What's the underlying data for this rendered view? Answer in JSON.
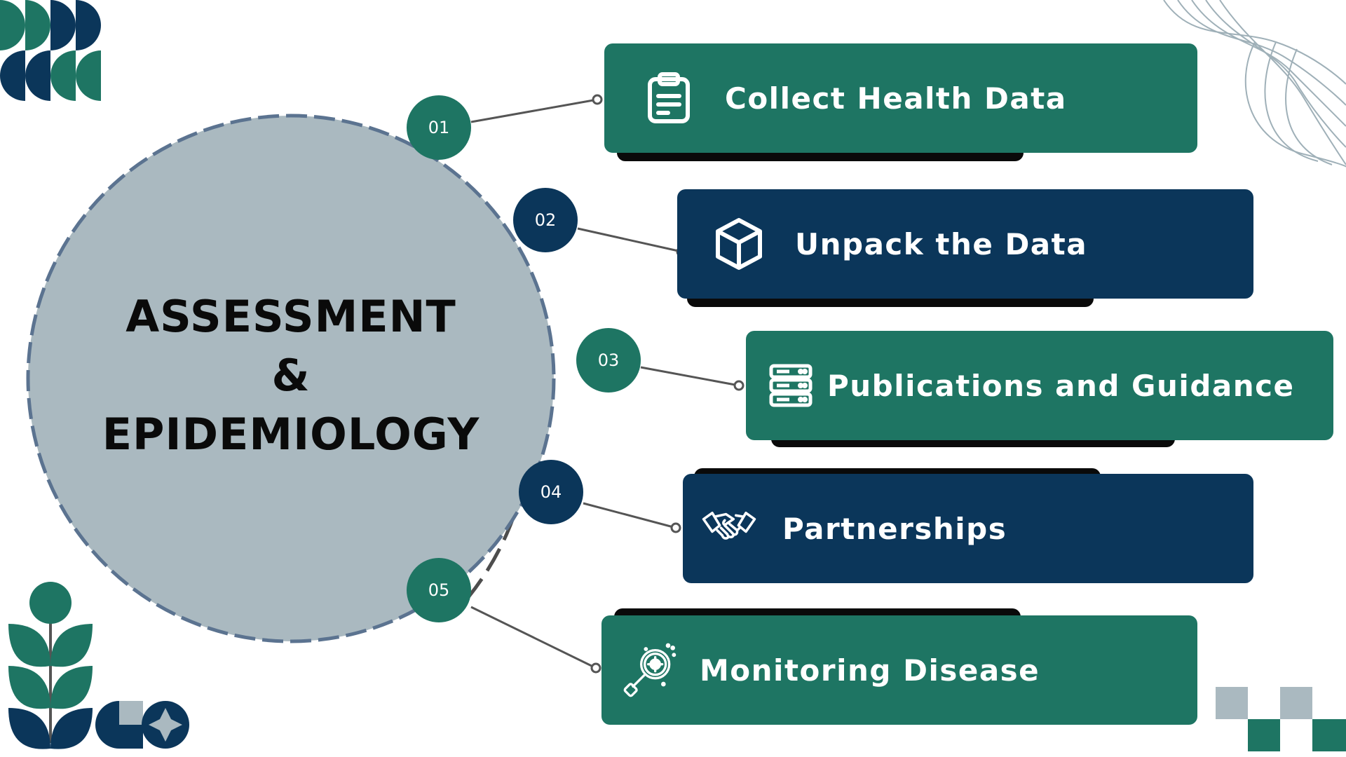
{
  "title": {
    "line1": "ASSESSMENT",
    "line2": "&",
    "line3": "EPIDEMIOLOGY"
  },
  "colors": {
    "green": "#1e7563",
    "navy": "#0b365a",
    "circle_fill": "#aab9c0",
    "circle_border": "#5b7390",
    "shadow": "#0a0a0a"
  },
  "steps": [
    {
      "number": "01",
      "label": "Collect Health Data",
      "icon": "clipboard-icon",
      "color": "green"
    },
    {
      "number": "02",
      "label": "Unpack the Data",
      "icon": "box-icon",
      "color": "navy"
    },
    {
      "number": "03",
      "label": "Publications and Guidance",
      "icon": "server-icon",
      "color": "green"
    },
    {
      "number": "04",
      "label": "Partnerships",
      "icon": "handshake-icon",
      "color": "navy"
    },
    {
      "number": "05",
      "label": "Monitoring Disease",
      "icon": "magnifier-virus-icon",
      "color": "green"
    }
  ],
  "decorations": [
    "half-circles-pattern",
    "wavy-lines-pattern",
    "leaf-plant-illustration",
    "geometric-shapes-pattern",
    "checker-squares-pattern"
  ]
}
